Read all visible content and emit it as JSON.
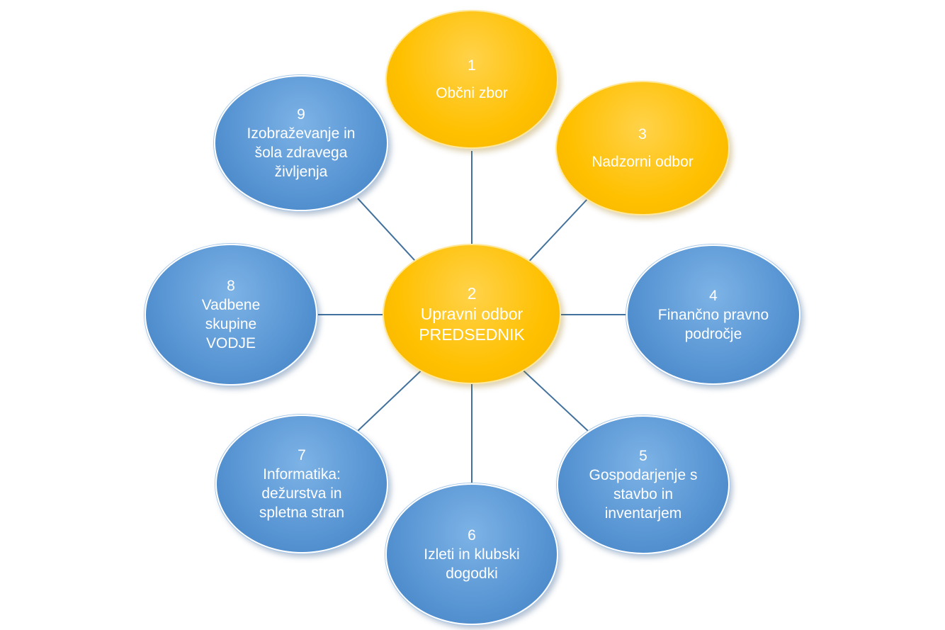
{
  "diagram": {
    "nodes": [
      {
        "id": "n1",
        "number": "1",
        "label": "Občni zbor",
        "color": "gold"
      },
      {
        "id": "n2",
        "number": "2",
        "label": "Upravni odbor\nPREDSEDNIK",
        "color": "gold"
      },
      {
        "id": "n3",
        "number": "3",
        "label": "Nadzorni odbor",
        "color": "gold"
      },
      {
        "id": "n4",
        "number": "4",
        "label": "Finančno pravno\npodročje",
        "color": "blue"
      },
      {
        "id": "n5",
        "number": "5",
        "label": "Gospodarjenje s\nstavbo in\ninventarjem",
        "color": "blue"
      },
      {
        "id": "n6",
        "number": "6",
        "label": "Izleti in klubski\ndogodki",
        "color": "blue"
      },
      {
        "id": "n7",
        "number": "7",
        "label": "Informatika:\ndežurstva in\nspletna stran",
        "color": "blue"
      },
      {
        "id": "n8",
        "number": "8",
        "label": "Vadbene\nskupine\nVODJE",
        "color": "blue"
      },
      {
        "id": "n9",
        "number": "9",
        "label": "Izobraževanje in\nšola zdravega\nživljenja",
        "color": "blue"
      }
    ],
    "edges": [
      {
        "from": "n2",
        "to": "n1"
      },
      {
        "from": "n2",
        "to": "n3"
      },
      {
        "from": "n2",
        "to": "n4"
      },
      {
        "from": "n2",
        "to": "n5"
      },
      {
        "from": "n2",
        "to": "n6"
      },
      {
        "from": "n2",
        "to": "n7"
      },
      {
        "from": "n2",
        "to": "n8"
      },
      {
        "from": "n2",
        "to": "n9"
      }
    ],
    "colors": {
      "gold": "#ffc000",
      "blue": "#5b9bd5",
      "edge": "#41719c"
    }
  }
}
